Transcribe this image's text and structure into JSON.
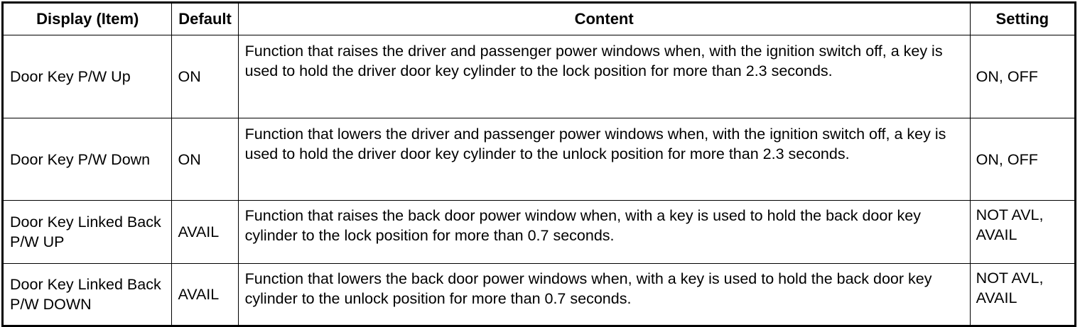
{
  "table": {
    "headers": {
      "item": "Display (Item)",
      "default": "Default",
      "content": "Content",
      "setting": "Setting"
    },
    "rows": [
      {
        "item": "Door Key P/W Up",
        "default": "ON",
        "content": "Function that raises the driver and passenger power windows when, with the ignition switch off, a key is used to hold the driver door key cylinder to the lock position for more than 2.3 seconds.",
        "setting": "ON, OFF"
      },
      {
        "item": "Door Key P/W Down",
        "default": "ON",
        "content": "Function that lowers the driver and passenger power windows when, with the ignition switch off, a key is used to hold the driver door key cylinder to the unlock position for more than 2.3 seconds.",
        "setting": "ON, OFF"
      },
      {
        "item": "Door Key Linked Back P/W UP",
        "default": "AVAIL",
        "content": "Function that raises the back door power window when, with a key is used to hold the back door key cylinder to the lock position for more than 0.7 seconds.",
        "setting": "NOT AVL, AVAIL"
      },
      {
        "item": "Door Key Linked Back P/W DOWN",
        "default": "AVAIL",
        "content": "Function that lowers the back door power windows when, with a key is used to hold the back door key cylinder to the unlock position for more than 0.7 seconds.",
        "setting": "NOT AVL, AVAIL"
      }
    ]
  },
  "colors": {
    "border": "#000000",
    "text": "#000000",
    "background": "#ffffff"
  }
}
